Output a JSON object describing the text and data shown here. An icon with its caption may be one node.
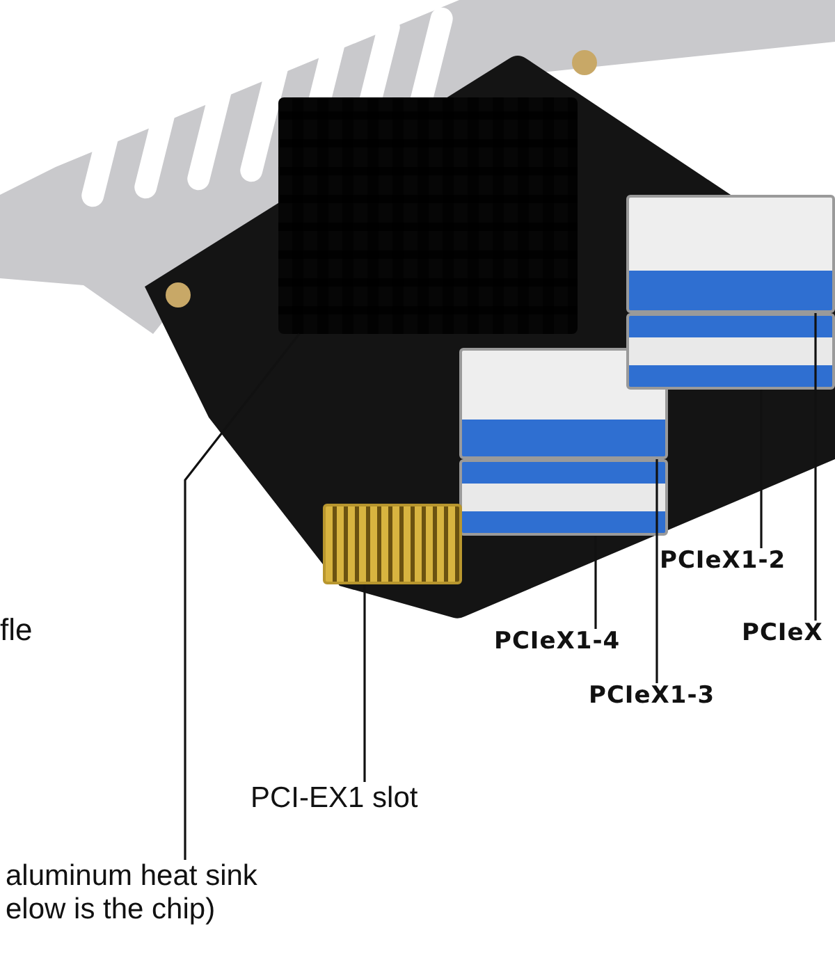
{
  "diagram": {
    "nodes": [
      {
        "text": [],
        "shape": "box"
      },
      {
        "text": [],
        "shape": "box"
      },
      {
        "text": [],
        "shape": "box"
      },
      {
        "text": [],
        "shape": "box"
      },
      {
        "text": [],
        "shape": "box"
      },
      {
        "text": [],
        "shape": "box"
      },
      {
        "text": [
          "PCIeX1-2"
        ]
      },
      {
        "text": [
          "PCIeX1-4"
        ]
      },
      {
        "text": [
          "PCIeX"
        ]
      },
      {
        "text": [
          "PCIeX1-3"
        ]
      },
      {
        "text": [
          "PCI-EX1 slot"
        ]
      },
      {
        "text": [
          "aluminum heat sink elow is the chip)"
        ]
      }
    ],
    "edges": [
      {
        "from": 11,
        "to": 0,
        "arrow": "none"
      },
      {
        "from": 10,
        "to": 5,
        "arrow": "none"
      },
      {
        "from": 7,
        "to": 3,
        "arrow": "none"
      },
      {
        "from": 9,
        "to": 1,
        "arrow": "none"
      },
      {
        "from": 6,
        "to": 4,
        "arrow": "none"
      },
      {
        "from": 8,
        "to": 2,
        "arrow": "none"
      }
    ],
    "labels": [
      "fle"
    ]
  }
}
